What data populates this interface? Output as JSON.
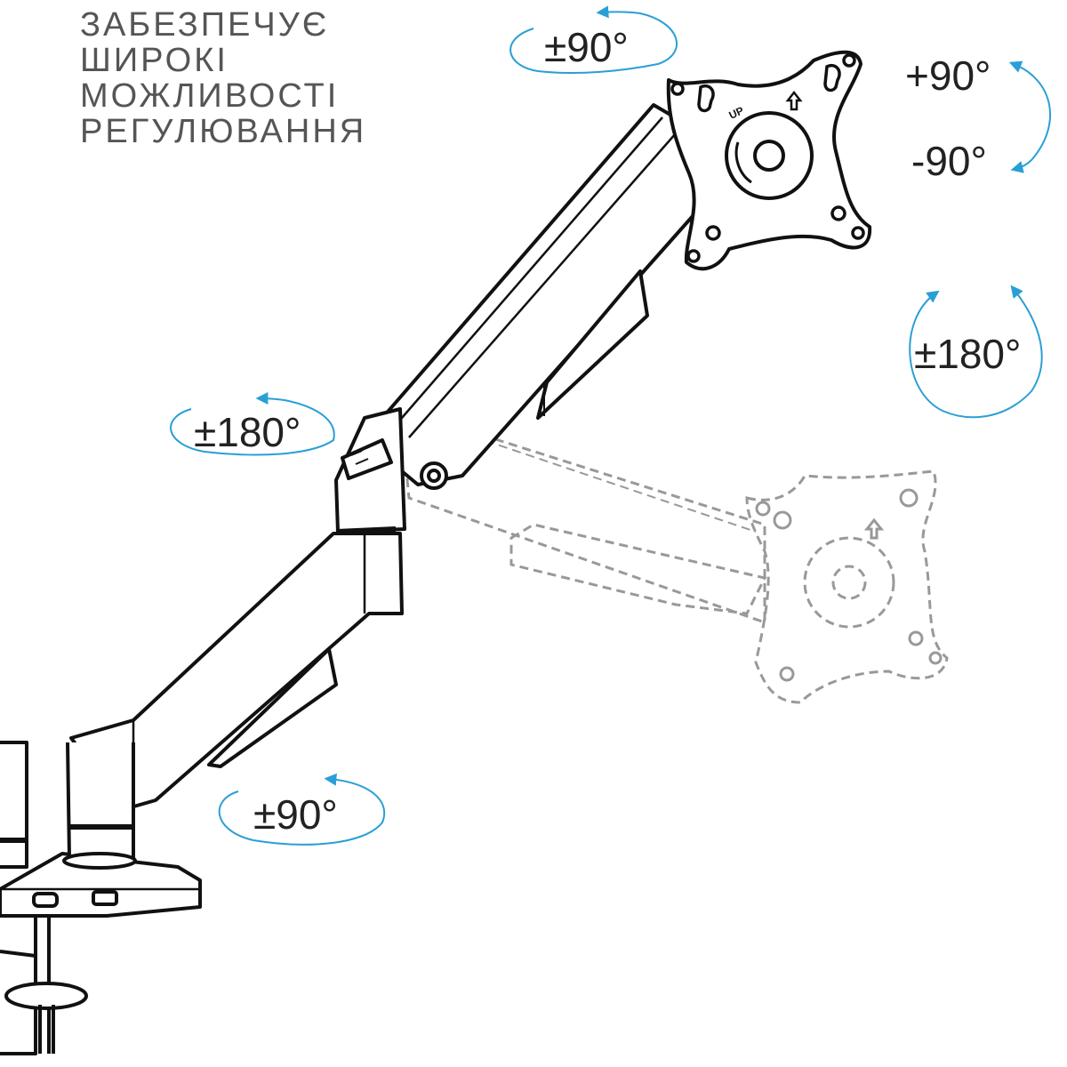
{
  "headline": {
    "lines": [
      "ЗАБЕЗПЕЧУЄ",
      "ШИРОКІ",
      "МОЖЛИВОСТІ",
      "РЕГУЛЮВАННЯ"
    ]
  },
  "angles": {
    "top_swivel": "±90°",
    "tilt_up": "+90°",
    "tilt_down": "-90°",
    "rotation": "±180°",
    "elbow": "±180°",
    "base": "±90°"
  },
  "plate_marking": "UP",
  "colors": {
    "arrow": "#2a9fd6",
    "line": "#111111",
    "ghost": "#999999",
    "headline": "#555555"
  },
  "icons": [
    "rotation-arrow-icon",
    "up-arrow-icon"
  ]
}
